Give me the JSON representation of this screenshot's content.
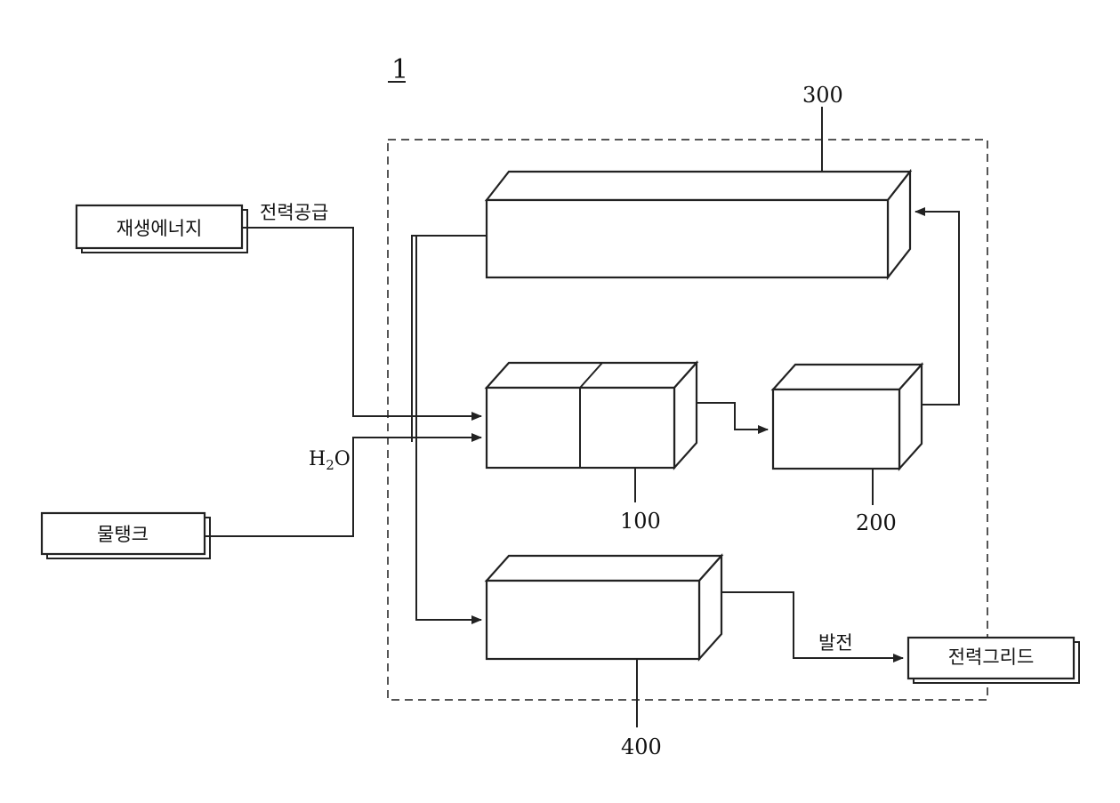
{
  "figure": {
    "figure_number": "1",
    "components": {
      "unit_300": "300",
      "unit_100": "100",
      "unit_200": "200",
      "unit_400": "400"
    },
    "external": {
      "renewable_energy": "재생에너지",
      "water_tank": "물탱크",
      "power_grid": "전력그리드"
    },
    "flows": {
      "power_supply": "전력공급",
      "water_label_main": "H",
      "water_label_sub": "2",
      "water_label_end": "O",
      "generation": "발전"
    },
    "colors": {
      "line": "#222222",
      "background": "#ffffff"
    }
  }
}
